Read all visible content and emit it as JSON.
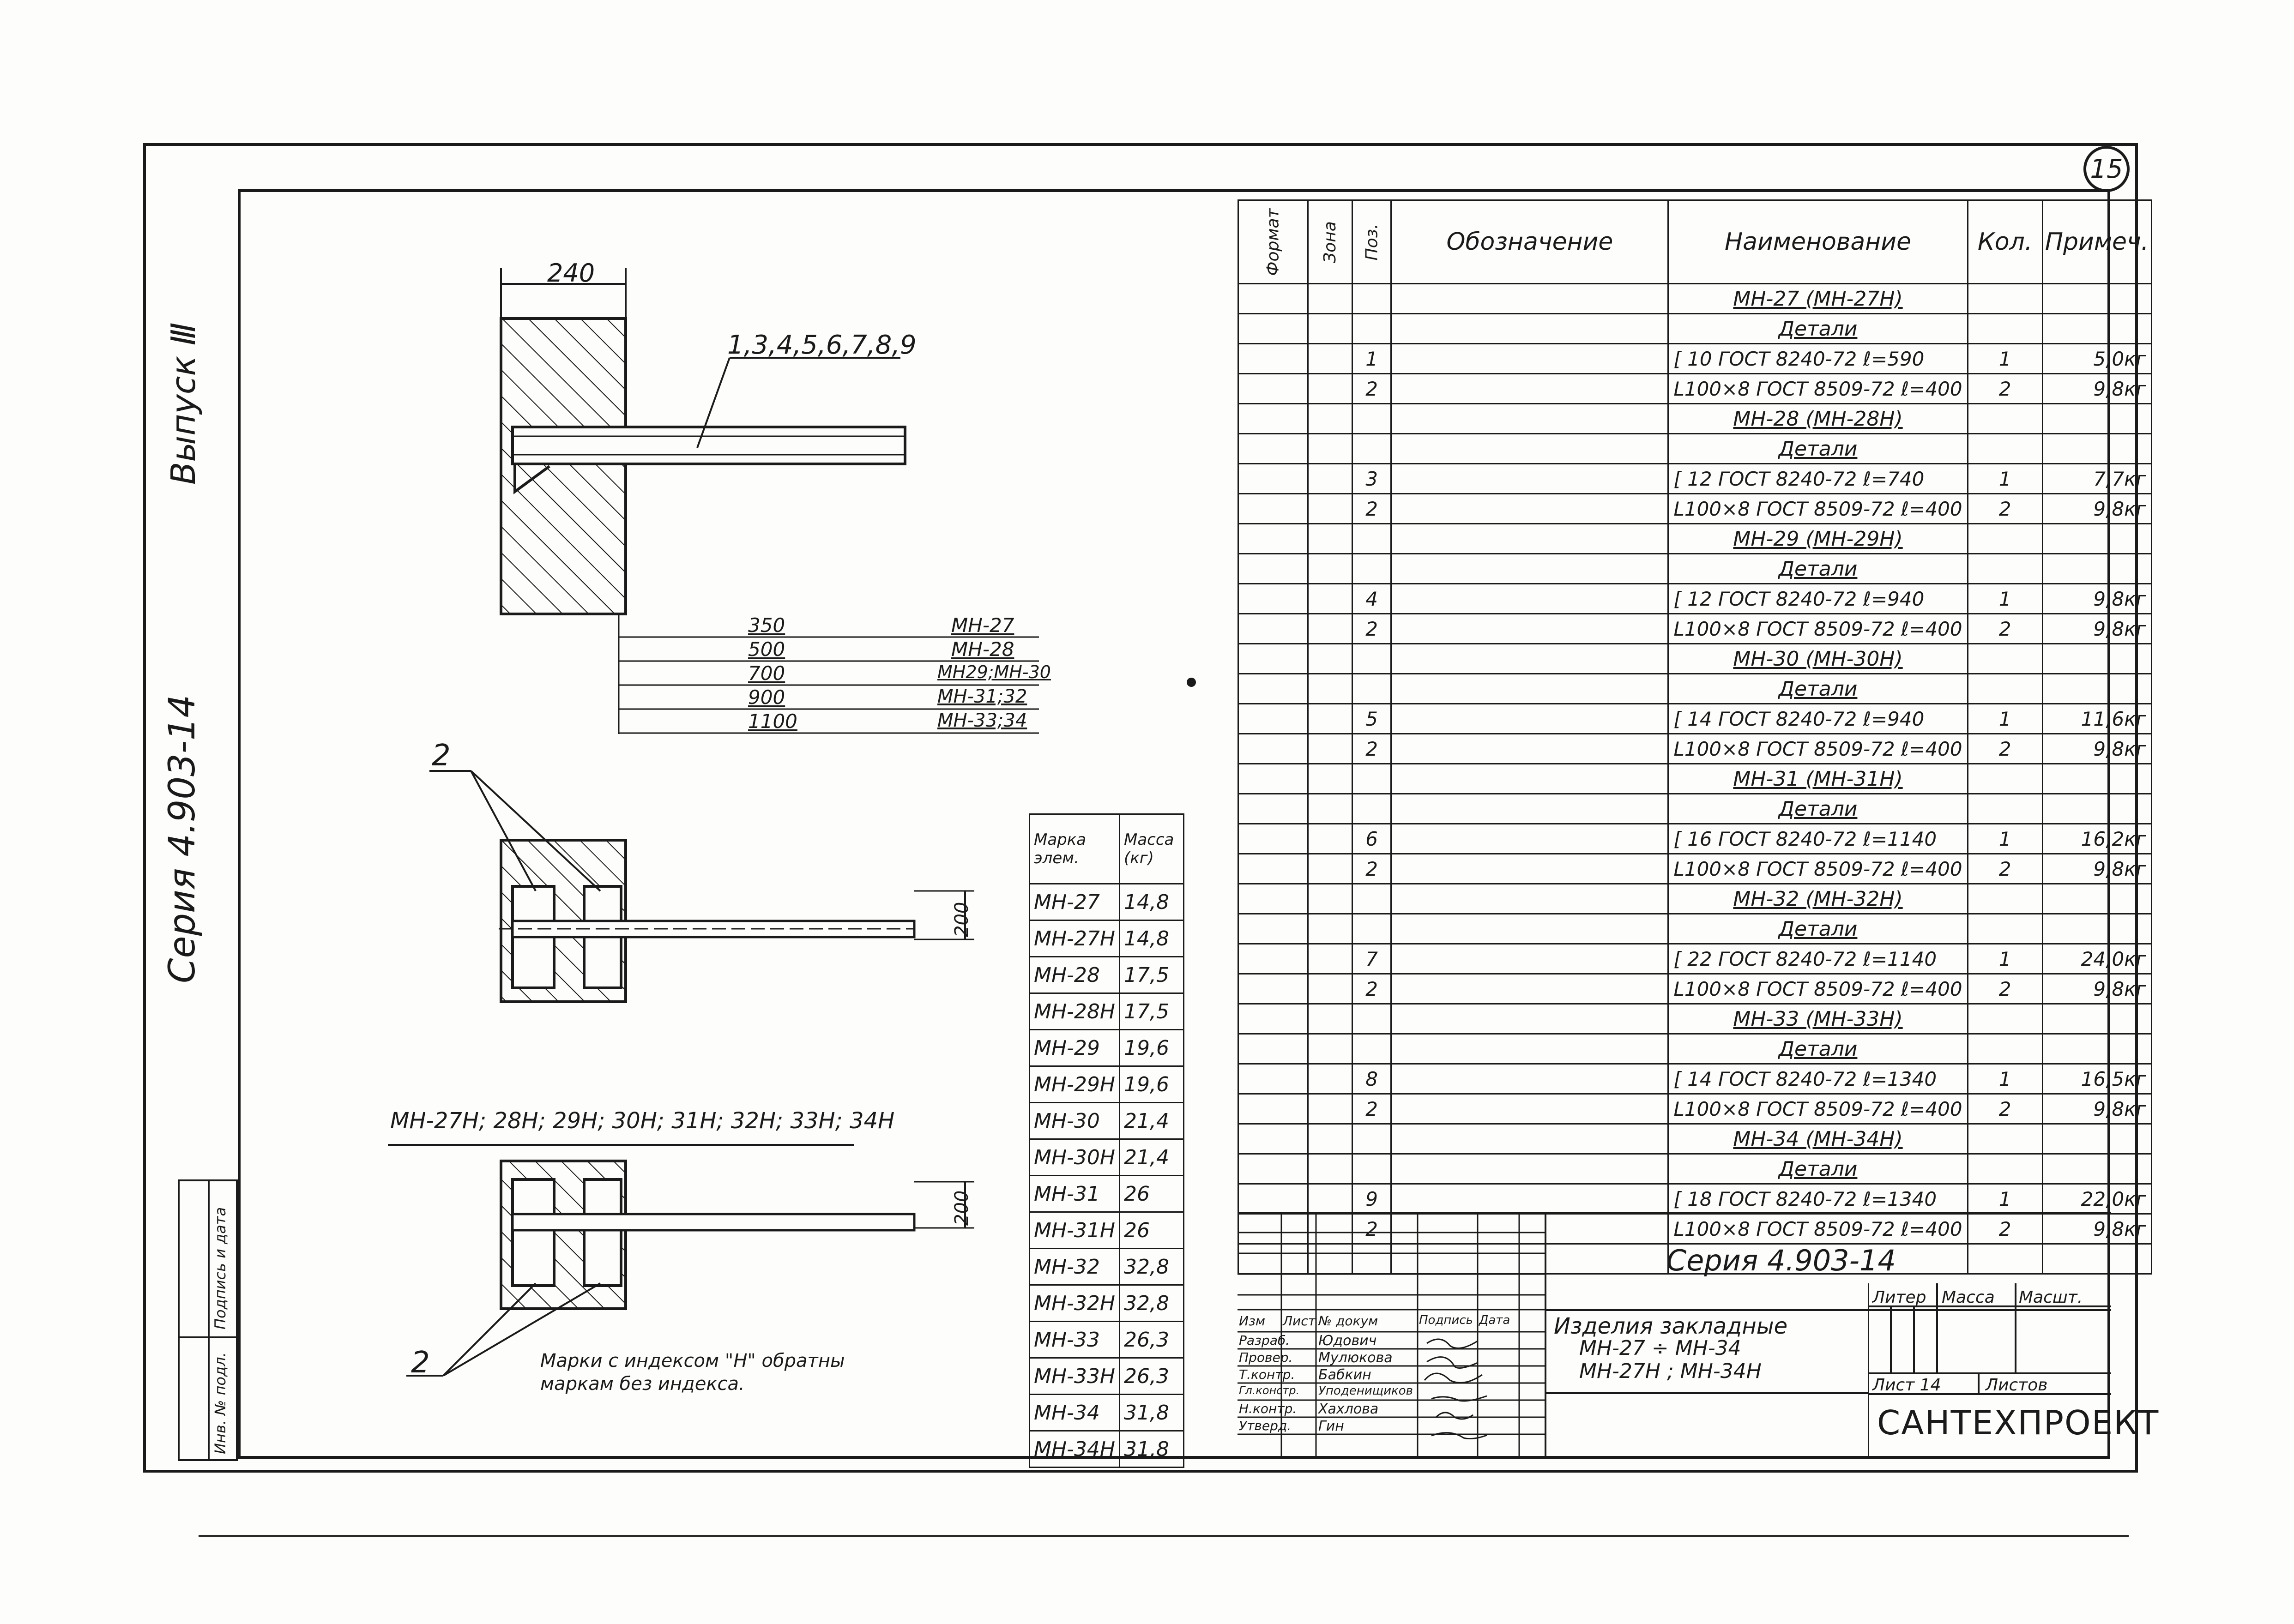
{
  "sheet_number": "15",
  "side_labels": {
    "issue": "Выпуск Ⅲ",
    "series": "Серия 4.903-14",
    "stamp_cells": [
      "Подпись и дата",
      "Инв. № подл."
    ]
  },
  "drawing": {
    "dim_top": "240",
    "positions_label": "1,3,4,5,6,7,8,9",
    "lengths": [
      {
        "value": "350",
        "mark": "МН-27"
      },
      {
        "value": "500",
        "mark": "МН-28"
      },
      {
        "value": "700",
        "mark": "МН29;МН-30"
      },
      {
        "value": "900",
        "mark": "МН-31;32"
      },
      {
        "value": "1100",
        "mark": "МН-33;34"
      }
    ],
    "plan_label_top": "2",
    "plan_label_bottom": "2",
    "dim_200_a": "200",
    "dim_200_b": "200",
    "mirror_title": "МН-27Н; 28Н; 29Н; 30Н; 31Н; 32Н; 33Н; 34Н",
    "note_line1": "Марки с индексом \"Н\" обратны",
    "note_line2": "маркам без индекса."
  },
  "mass_table": {
    "headers": [
      "Марка элем.",
      "Масса (кг)"
    ],
    "rows": [
      [
        "МН-27",
        "14,8"
      ],
      [
        "МН-27Н",
        "14,8"
      ],
      [
        "МН-28",
        "17,5"
      ],
      [
        "МН-28Н",
        "17,5"
      ],
      [
        "МН-29",
        "19,6"
      ],
      [
        "МН-29Н",
        "19,6"
      ],
      [
        "МН-30",
        "21,4"
      ],
      [
        "МН-30Н",
        "21,4"
      ],
      [
        "МН-31",
        "26"
      ],
      [
        "МН-31Н",
        "26"
      ],
      [
        "МН-32",
        "32,8"
      ],
      [
        "МН-32Н",
        "32,8"
      ],
      [
        "МН-33",
        "26,3"
      ],
      [
        "МН-33Н",
        "26,3"
      ],
      [
        "МН-34",
        "31,8"
      ],
      [
        "МН-34Н",
        "31,8"
      ]
    ]
  },
  "spec_table": {
    "headers": [
      "Формат",
      "Зона",
      "Поз.",
      "Обозначение",
      "Наименование",
      "Кол.",
      "Примеч."
    ],
    "rows": [
      {
        "kind": "sec",
        "name": "МН-27 (МН-27Н)"
      },
      {
        "kind": "sec",
        "name": "Детали"
      },
      {
        "kind": "row",
        "pos": "1",
        "name": "[ 10 ГОСТ 8240-72 ℓ=590",
        "qty": "1",
        "note": "5,0кг"
      },
      {
        "kind": "row",
        "pos": "2",
        "name": "L100×8 ГОСТ 8509-72 ℓ=400",
        "qty": "2",
        "note": "9,8кг"
      },
      {
        "kind": "sec",
        "name": "МН-28 (МН-28Н)"
      },
      {
        "kind": "sec",
        "name": "Детали"
      },
      {
        "kind": "row",
        "pos": "3",
        "name": "[ 12 ГОСТ 8240-72 ℓ=740",
        "qty": "1",
        "note": "7,7кг"
      },
      {
        "kind": "row",
        "pos": "2",
        "name": "L100×8 ГОСТ 8509-72 ℓ=400",
        "qty": "2",
        "note": "9,8кг"
      },
      {
        "kind": "sec",
        "name": "МН-29 (МН-29Н)"
      },
      {
        "kind": "sec",
        "name": "Детали"
      },
      {
        "kind": "row",
        "pos": "4",
        "name": "[ 12 ГОСТ 8240-72 ℓ=940",
        "qty": "1",
        "note": "9,8кг"
      },
      {
        "kind": "row",
        "pos": "2",
        "name": "L100×8 ГОСТ 8509-72 ℓ=400",
        "qty": "2",
        "note": "9,8кг"
      },
      {
        "kind": "sec",
        "name": "МН-30 (МН-30Н)"
      },
      {
        "kind": "sec",
        "name": "Детали"
      },
      {
        "kind": "row",
        "pos": "5",
        "name": "[ 14 ГОСТ 8240-72 ℓ=940",
        "qty": "1",
        "note": "11,6кг"
      },
      {
        "kind": "row",
        "pos": "2",
        "name": "L100×8 ГОСТ 8509-72 ℓ=400",
        "qty": "2",
        "note": "9,8кг"
      },
      {
        "kind": "sec",
        "name": "МН-31 (МН-31Н)"
      },
      {
        "kind": "sec",
        "name": "Детали"
      },
      {
        "kind": "row",
        "pos": "6",
        "name": "[ 16 ГОСТ 8240-72 ℓ=1140",
        "qty": "1",
        "note": "16,2кг"
      },
      {
        "kind": "row",
        "pos": "2",
        "name": "L100×8 ГОСТ 8509-72 ℓ=400",
        "qty": "2",
        "note": "9,8кг"
      },
      {
        "kind": "sec",
        "name": "МН-32 (МН-32Н)"
      },
      {
        "kind": "sec",
        "name": "Детали"
      },
      {
        "kind": "row",
        "pos": "7",
        "name": "[ 22 ГОСТ 8240-72 ℓ=1140",
        "qty": "1",
        "note": "24,0кг"
      },
      {
        "kind": "row",
        "pos": "2",
        "name": "L100×8 ГОСТ 8509-72 ℓ=400",
        "qty": "2",
        "note": "9,8кг"
      },
      {
        "kind": "sec",
        "name": "МН-33 (МН-33Н)"
      },
      {
        "kind": "sec",
        "name": "Детали"
      },
      {
        "kind": "row",
        "pos": "8",
        "name": "[ 14 ГОСТ 8240-72 ℓ=1340",
        "qty": "1",
        "note": "16,5кг"
      },
      {
        "kind": "row",
        "pos": "2",
        "name": "L100×8 ГОСТ 8509-72 ℓ=400",
        "qty": "2",
        "note": "9,8кг"
      },
      {
        "kind": "sec",
        "name": "МН-34 (МН-34Н)"
      },
      {
        "kind": "sec",
        "name": "Детали"
      },
      {
        "kind": "row",
        "pos": "9",
        "name": "[ 18 ГОСТ 8240-72 ℓ=1340",
        "qty": "1",
        "note": "22,0кг"
      },
      {
        "kind": "row",
        "pos": "2",
        "name": "L100×8 ГОСТ 8509-72 ℓ=400",
        "qty": "2",
        "note": "9,8кг"
      }
    ]
  },
  "title_block": {
    "series": "Серия 4.903-14",
    "cols": [
      "Изм",
      "Лист",
      "№ докум",
      "Подпись",
      "Дата"
    ],
    "people": [
      [
        "Разраб.",
        "Юдович"
      ],
      [
        "Провер.",
        "Мулюкова"
      ],
      [
        "Т.контр.",
        "Бабкин"
      ],
      [
        "Гл.констр.",
        "Уподенищиков"
      ],
      [
        "Н.контр.",
        "Хахлова"
      ],
      [
        "Утверд.",
        "Гин"
      ]
    ],
    "product_l1": "Изделия закладные",
    "product_l2": "МН-27 ÷ МН-34",
    "product_l3": "МН-27Н ; МН-34Н",
    "liter": "Литер",
    "mass": "Масса",
    "scale": "Масшт.",
    "sheet": "Лист 14",
    "sheets": "Листов",
    "org": "САНТЕХПРОЕКТ"
  }
}
